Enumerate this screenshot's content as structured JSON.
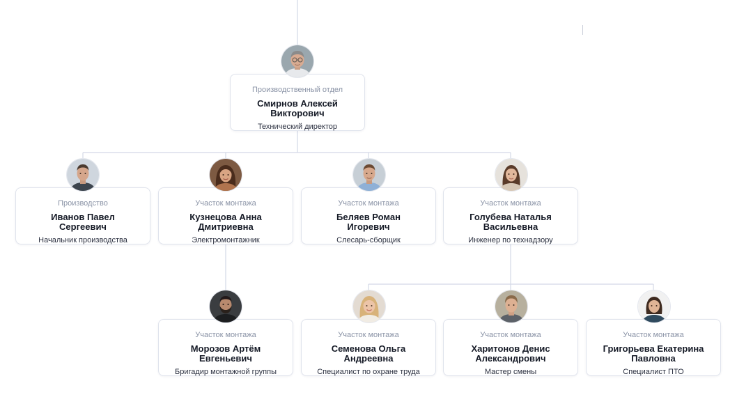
{
  "chart": {
    "nodes": [
      {
        "id": "n0",
        "dept": "Производственный отдел",
        "name": "Смирнов Алексей Викторович",
        "role": "Технический директор",
        "avatar": "portrait-elderly-man-glasses"
      },
      {
        "id": "n1",
        "dept": "Производство",
        "name": "Иванов Павел Сергеевич",
        "role": "Начальник производства",
        "avatar": "portrait-man-short-hair"
      },
      {
        "id": "n2",
        "dept": "Участок монтажа",
        "name": "Кузнецова Анна Дмитриевна",
        "role": "Электромонтажник",
        "avatar": "portrait-woman-dark-hair"
      },
      {
        "id": "n3",
        "dept": "Участок монтажа",
        "name": "Беляев Роман Игоревич",
        "role": "Слесарь-сборщик",
        "avatar": "portrait-man-shirt"
      },
      {
        "id": "n4",
        "dept": "Участок монтажа",
        "name": "Голубева Наталья Васильевна",
        "role": "Инженер по технадзору",
        "avatar": "portrait-woman-long-hair"
      },
      {
        "id": "n5",
        "dept": "Участок монтажа",
        "name": "Морозов Артём Евгеньевич",
        "role": "Бригадир монтажной группы",
        "avatar": "portrait-man-beard"
      },
      {
        "id": "n6",
        "dept": "Участок монтажа",
        "name": "Семенова Ольга Андреевна",
        "role": "Специалист по охране труда",
        "avatar": "portrait-woman-blonde"
      },
      {
        "id": "n7",
        "dept": "Участок монтажа",
        "name": "Харитонов Денис Александрович",
        "role": "Мастер смены",
        "avatar": "portrait-man-young"
      },
      {
        "id": "n8",
        "dept": "Участок монтажа",
        "name": "Григорьева Екатерина Павловна",
        "role": "Специалист ПТО",
        "avatar": "portrait-woman-bob"
      }
    ],
    "edges": [
      [
        "n0",
        "n1"
      ],
      [
        "n0",
        "n2"
      ],
      [
        "n0",
        "n3"
      ],
      [
        "n0",
        "n4"
      ],
      [
        "n2",
        "n5"
      ],
      [
        "n4",
        "n6"
      ],
      [
        "n4",
        "n7"
      ],
      [
        "n4",
        "n8"
      ]
    ],
    "colors": {
      "connector": "#d3d8e6",
      "card_border": "#dfe3ec",
      "dept_text": "#8a93a6",
      "name_text": "#151a26",
      "role_text": "#2b3040"
    }
  }
}
